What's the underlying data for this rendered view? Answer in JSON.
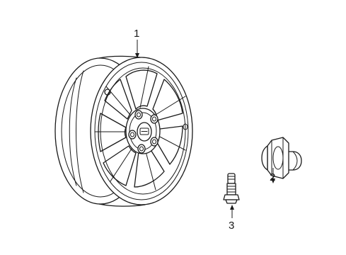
{
  "callouts": {
    "wheel": "1",
    "lug_nut": "2",
    "valve_stem": "3"
  },
  "colors": {
    "line": "#1a1a1a",
    "background": "#ffffff"
  }
}
